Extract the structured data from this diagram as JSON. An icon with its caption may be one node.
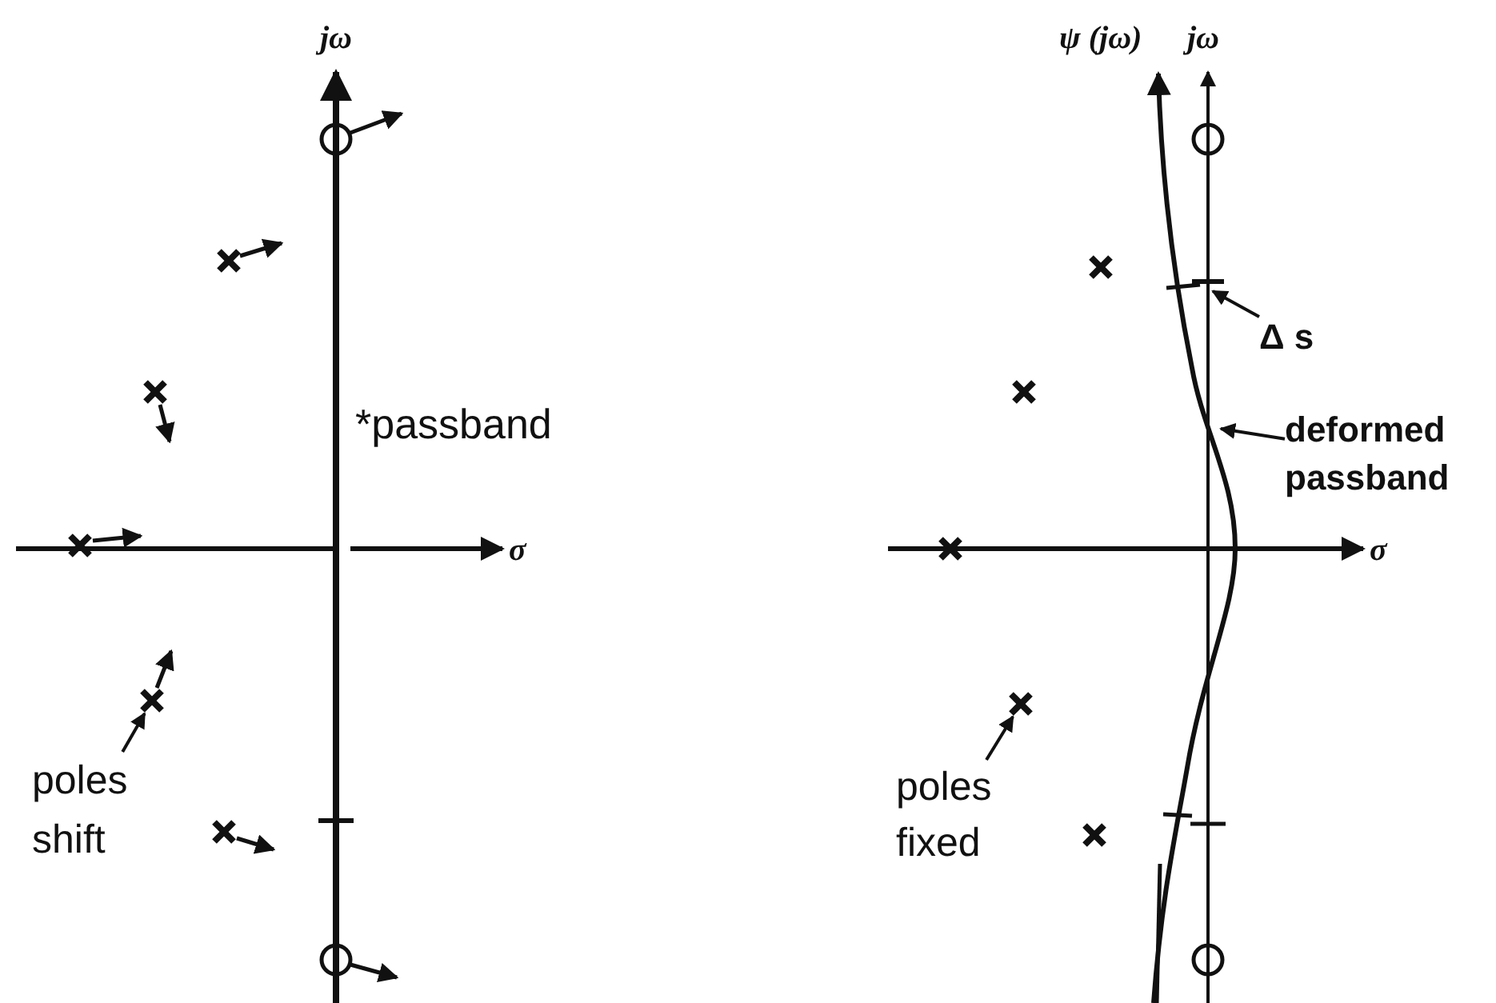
{
  "diagram": {
    "nodes": [
      {
        "text": [
          "poles shift"
        ]
      },
      {
        "text": [],
        "shape": "cross"
      },
      {
        "text": [
          "Δ s"
        ]
      },
      {
        "text": [
          "deformed passband"
        ]
      },
      {
        "text": [],
        "shape": "curve"
      },
      {
        "text": [
          "poles fixed"
        ]
      },
      {
        "text": [],
        "shape": "cross"
      }
    ],
    "edges": [
      {
        "from": 0,
        "to": 1,
        "arrow": "to"
      },
      {
        "from": 2,
        "to": 4,
        "arrow": "to"
      },
      {
        "from": 3,
        "to": 4,
        "arrow": "to"
      },
      {
        "from": 5,
        "to": 6,
        "arrow": "to"
      }
    ],
    "labels": [
      "jω",
      "*passband",
      "σ",
      "ψ (jω)",
      "jω",
      "σ"
    ]
  }
}
